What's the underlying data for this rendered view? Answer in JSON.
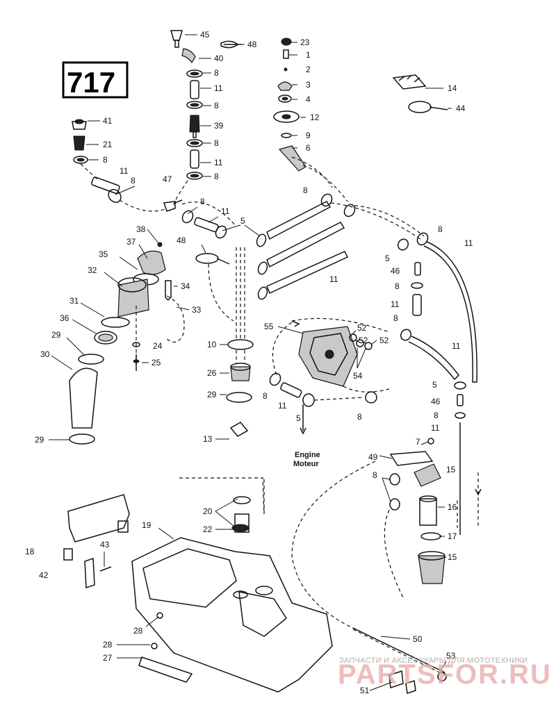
{
  "diagram_number": "717",
  "flow_label": {
    "line1": "Engine",
    "line2": "Moteur"
  },
  "watermark": {
    "line1": "ЗАПЧАСТИ И АКСЕССУАРЫ ДЛЯ МОТОТЕХНИКИ",
    "line2": "PARTSFOR.RU"
  },
  "callouts": [
    "1",
    "2",
    "3",
    "4",
    "5",
    "6",
    "7",
    "8",
    "9",
    "10",
    "11",
    "12",
    "13",
    "14",
    "15",
    "16",
    "17",
    "18",
    "19",
    "20",
    "21",
    "22",
    "23",
    "24",
    "25",
    "26",
    "27",
    "28",
    "29",
    "30",
    "31",
    "32",
    "33",
    "34",
    "35",
    "36",
    "37",
    "38",
    "39",
    "40",
    "41",
    "42",
    "43",
    "44",
    "45",
    "46",
    "47",
    "48",
    "49",
    "50",
    "51",
    "52",
    "53",
    "54",
    "55"
  ],
  "colors": {
    "line": "#111111",
    "background": "#ffffff",
    "watermark_red": "#e7a8a8",
    "watermark_gray": "#b0b0b0"
  }
}
